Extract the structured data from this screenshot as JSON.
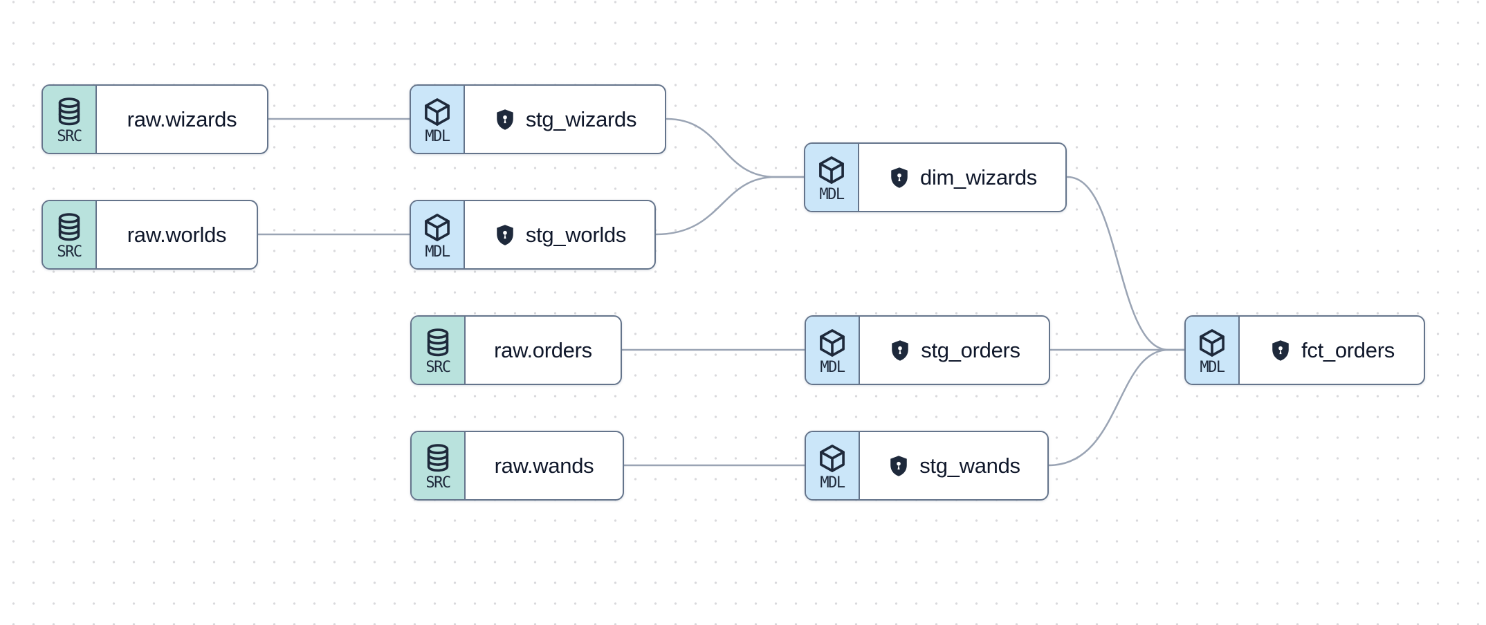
{
  "theme": {
    "canvas_bg": "#ffffff",
    "dot_color": "#d9d9dc",
    "edge_color": "#9aa4b4",
    "node_border": "#64748b",
    "node_bg": "#ffffff",
    "source_header_bg": "#b9e2dd",
    "model_header_bg": "#cbe6f9",
    "label_color": "#0f172a",
    "icon_color": "#1e293b",
    "shield_color": "#1e293b"
  },
  "nodes": [
    {
      "label": "raw.wizards",
      "type_label": "SRC",
      "kind": "source",
      "icon": "database-icon",
      "has_test_badge": false
    },
    {
      "label": "stg_wizards",
      "type_label": "MDL",
      "kind": "model",
      "icon": "cube-icon",
      "has_test_badge": true,
      "badge_icon": "shield-lock-icon"
    },
    {
      "label": "raw.worlds",
      "type_label": "SRC",
      "kind": "source",
      "icon": "database-icon",
      "has_test_badge": false
    },
    {
      "label": "stg_worlds",
      "type_label": "MDL",
      "kind": "model",
      "icon": "cube-icon",
      "has_test_badge": true,
      "badge_icon": "shield-lock-icon"
    },
    {
      "label": "dim_wizards",
      "type_label": "MDL",
      "kind": "model",
      "icon": "cube-icon",
      "has_test_badge": true,
      "badge_icon": "shield-lock-icon"
    },
    {
      "label": "raw.orders",
      "type_label": "SRC",
      "kind": "source",
      "icon": "database-icon",
      "has_test_badge": false
    },
    {
      "label": "stg_orders",
      "type_label": "MDL",
      "kind": "model",
      "icon": "cube-icon",
      "has_test_badge": true,
      "badge_icon": "shield-lock-icon"
    },
    {
      "label": "fct_orders",
      "type_label": "MDL",
      "kind": "model",
      "icon": "cube-icon",
      "has_test_badge": true,
      "badge_icon": "shield-lock-icon"
    },
    {
      "label": "raw.wands",
      "type_label": "SRC",
      "kind": "source",
      "icon": "database-icon",
      "has_test_badge": false
    },
    {
      "label": "stg_wands",
      "type_label": "MDL",
      "kind": "model",
      "icon": "cube-icon",
      "has_test_badge": true,
      "badge_icon": "shield-lock-icon"
    }
  ],
  "edges": [
    {
      "from": "raw.wizards",
      "to": "stg_wizards"
    },
    {
      "from": "raw.worlds",
      "to": "stg_worlds"
    },
    {
      "from": "raw.orders",
      "to": "stg_orders"
    },
    {
      "from": "raw.wands",
      "to": "stg_wands"
    },
    {
      "from": "stg_wizards",
      "to": "dim_wizards"
    },
    {
      "from": "stg_worlds",
      "to": "dim_wizards"
    },
    {
      "from": "dim_wizards",
      "to": "fct_orders"
    },
    {
      "from": "stg_orders",
      "to": "fct_orders"
    },
    {
      "from": "stg_wands",
      "to": "fct_orders"
    }
  ]
}
